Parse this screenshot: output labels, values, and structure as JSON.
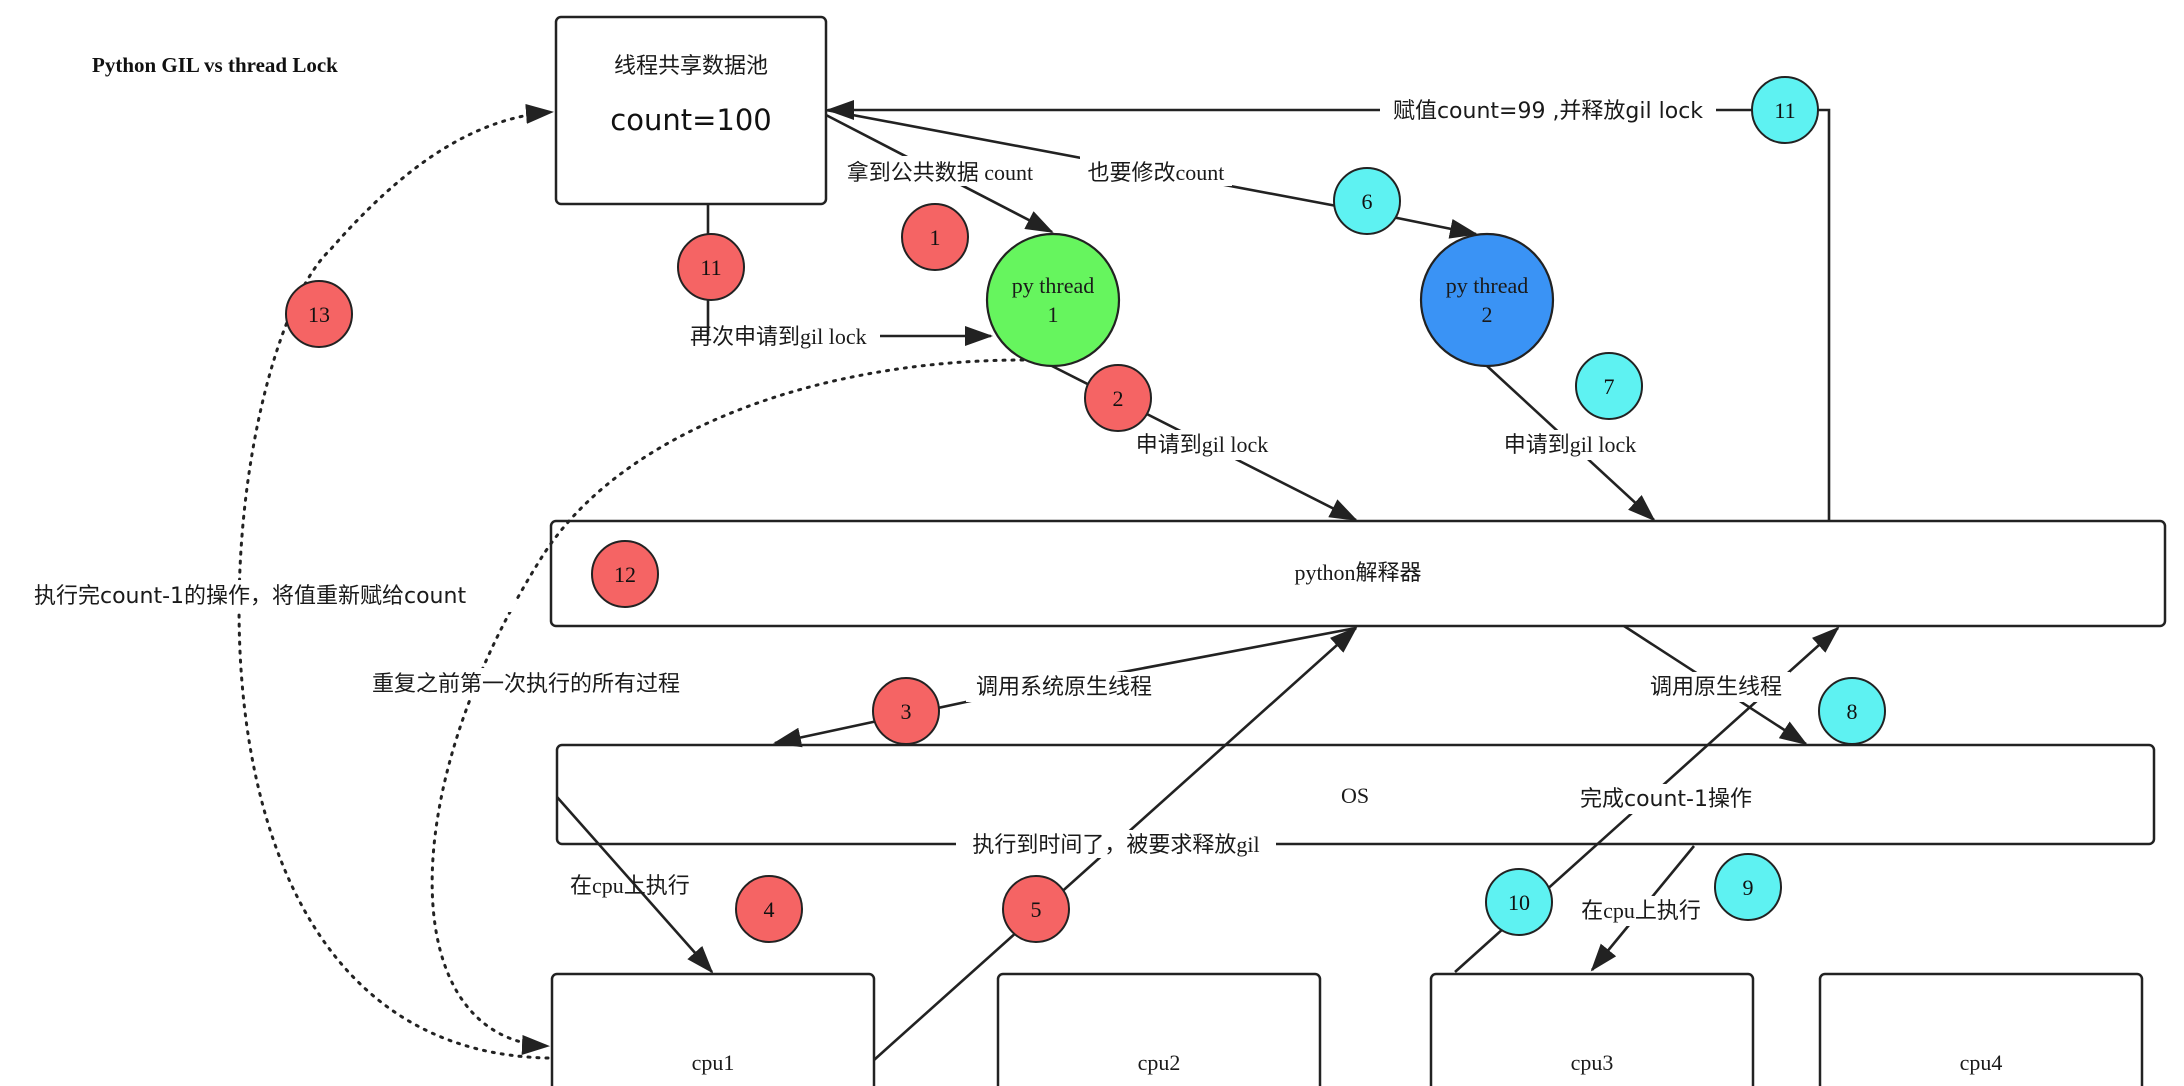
{
  "title": "Python GIL   vs thread Lock",
  "colors": {
    "step_red": "#f56464",
    "step_cyan": "#5ef2f2",
    "thread1_fill": "#66f55e",
    "thread2_fill": "#3a93f5"
  },
  "nodes": {
    "pool_title": "线程共享数据池",
    "pool_count": "count=100",
    "thread1_line1": "py thread",
    "thread1_line2": "1",
    "thread2_line1": "py thread",
    "thread2_line2": "2",
    "interpreter": "python解释器",
    "os": "OS",
    "cpu1": "cpu1",
    "cpu2": "cpu2",
    "cpu3": "cpu3",
    "cpu4": "cpu4"
  },
  "labels": {
    "take_count": "拿到公共数据 count",
    "also_modify": "也要修改count",
    "assign_release": "赋值count=99 ,并释放gil lock",
    "reapply_gil": "再次申请到gil lock",
    "apply_gil_1": "申请到gil lock",
    "apply_gil_2": "申请到gil lock",
    "exec_done": "执行完count-1的操作，将值重新赋给count",
    "repeat_all": "重复之前第一次执行的所有过程",
    "call_native_sys": "调用系统原生线程",
    "call_native": "调用原生线程",
    "complete_op": "完成count-1操作",
    "run_on_cpu_1": "在cpu上执行",
    "run_on_cpu_2": "在cpu上执行",
    "time_up": "执行到时间了，被要求释放gil"
  },
  "steps": {
    "s1": "1",
    "s2": "2",
    "s3": "3",
    "s4": "4",
    "s5": "5",
    "s6": "6",
    "s7": "7",
    "s8": "8",
    "s9": "9",
    "s10": "10",
    "s11a": "11",
    "s11b": "11",
    "s12": "12",
    "s13": "13"
  }
}
